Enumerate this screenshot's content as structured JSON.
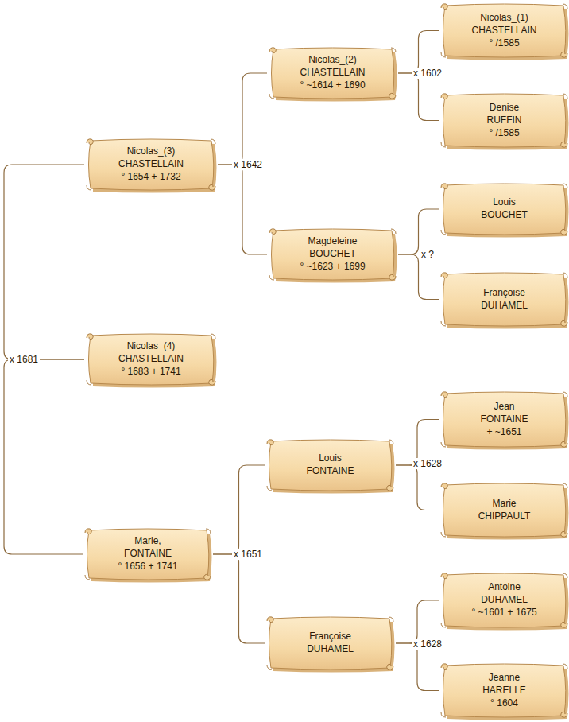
{
  "diagram": {
    "nodes": [
      {
        "text": [
          "Nicolas_(3)",
          "CHASTELLAIN",
          "° 1654 + 1732"
        ]
      },
      {
        "text": [
          "Nicolas_(2)",
          "CHASTELLAIN",
          "° ~1614 + 1690"
        ]
      },
      {
        "text": [
          "Nicolas_(1)",
          "CHASTELLAIN",
          "° /1585"
        ]
      },
      {
        "text": [
          "Denise",
          "RUFFIN",
          "° /1585"
        ]
      },
      {
        "text": [
          "Magdeleine",
          "BOUCHET",
          "° ~1623 + 1699"
        ]
      },
      {
        "text": [
          "Louis",
          "BOUCHET"
        ]
      },
      {
        "text": [
          "Françoise",
          "DUHAMEL"
        ]
      },
      {
        "text": [
          "Nicolas_(4)",
          "CHASTELLAIN",
          "° 1683 + 1741"
        ]
      },
      {
        "text": [
          "Marie,",
          "FONTAINE",
          "° 1656 + 1741"
        ]
      },
      {
        "text": [
          "Louis",
          "FONTAINE"
        ]
      },
      {
        "text": [
          "Jean",
          "FONTAINE",
          "+ ~1651"
        ]
      },
      {
        "text": [
          "Marie",
          "CHIPPAULT"
        ]
      },
      {
        "text": [
          "Françoise",
          "DUHAMEL"
        ]
      },
      {
        "text": [
          "Antoine",
          "DUHAMEL",
          "° ~1601 + 1675"
        ]
      },
      {
        "text": [
          "Jeanne",
          "HARELLE",
          "° 1604"
        ]
      }
    ],
    "edges": [
      {
        "from": 0,
        "to": 7,
        "arrow": "none"
      },
      {
        "from": 8,
        "to": 7,
        "arrow": "none"
      },
      {
        "from": 0,
        "to": 1,
        "arrow": "none"
      },
      {
        "from": 0,
        "to": 4,
        "arrow": "none"
      },
      {
        "from": 1,
        "to": 2,
        "arrow": "none"
      },
      {
        "from": 1,
        "to": 3,
        "arrow": "none"
      },
      {
        "from": 4,
        "to": 5,
        "arrow": "none"
      },
      {
        "from": 4,
        "to": 6,
        "arrow": "none"
      },
      {
        "from": 8,
        "to": 9,
        "arrow": "none"
      },
      {
        "from": 8,
        "to": 12,
        "arrow": "none"
      },
      {
        "from": 9,
        "to": 10,
        "arrow": "none"
      },
      {
        "from": 9,
        "to": 11,
        "arrow": "none"
      },
      {
        "from": 12,
        "to": 13,
        "arrow": "none"
      },
      {
        "from": 12,
        "to": 14,
        "arrow": "none"
      }
    ],
    "labels": [
      "x 1681",
      "x 1642",
      "x 1602",
      "x ?",
      "x 1651",
      "x 1628",
      "x 1628"
    ]
  }
}
